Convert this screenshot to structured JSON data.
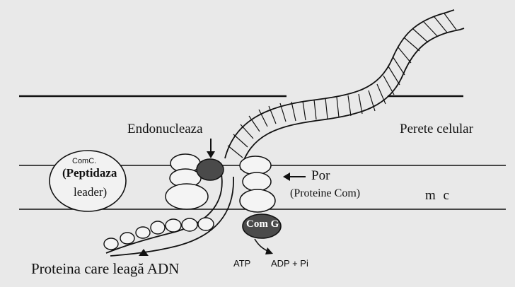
{
  "labels": {
    "endonuclease": "Endonucleaza",
    "cell_wall": "Perete celular",
    "comc": "ComC.",
    "peptidase": "(Peptidaza",
    "leader": "leader)",
    "pore": "Por",
    "pore_proteins": "(Proteine Com)",
    "membrane": "m c",
    "comg": "Com G",
    "atp": "ATP",
    "adp_pi": "ADP + Pi",
    "dna_binding_protein": "Proteina care leagă ADN"
  },
  "colors": {
    "ink": "#111111",
    "paper": "#e9e9e9",
    "dark_fill": "#4a4a4a"
  }
}
